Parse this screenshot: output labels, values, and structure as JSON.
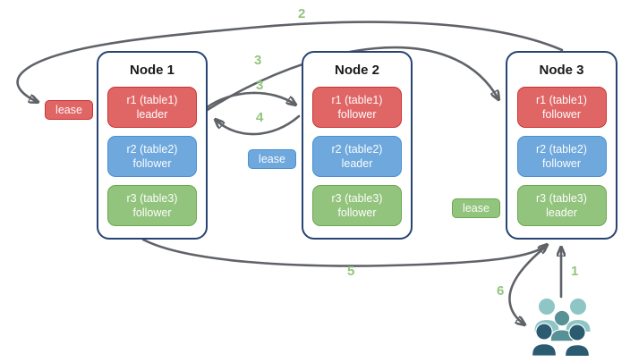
{
  "nodes": [
    {
      "title": "Node 1",
      "replicas": [
        {
          "name": "r1 (table1)",
          "role": "leader",
          "color": "red"
        },
        {
          "name": "r2 (table2)",
          "role": "follower",
          "color": "blue"
        },
        {
          "name": "r3 (table3)",
          "role": "follower",
          "color": "green"
        }
      ]
    },
    {
      "title": "Node 2",
      "replicas": [
        {
          "name": "r1 (table1)",
          "role": "follower",
          "color": "red"
        },
        {
          "name": "r2 (table2)",
          "role": "leader",
          "color": "blue"
        },
        {
          "name": "r3 (table3)",
          "role": "follower",
          "color": "green"
        }
      ]
    },
    {
      "title": "Node 3",
      "replicas": [
        {
          "name": "r1 (table1)",
          "role": "follower",
          "color": "red"
        },
        {
          "name": "r2 (table2)",
          "role": "follower",
          "color": "blue"
        },
        {
          "name": "r3 (table3)",
          "role": "leader",
          "color": "green"
        }
      ]
    }
  ],
  "leases": [
    {
      "label": "lease",
      "color": "red"
    },
    {
      "label": "lease",
      "color": "blue"
    },
    {
      "label": "lease",
      "color": "green"
    }
  ],
  "steps": [
    {
      "label": "1"
    },
    {
      "label": "2"
    },
    {
      "label": "3"
    },
    {
      "label": "3"
    },
    {
      "label": "4"
    },
    {
      "label": "5"
    },
    {
      "label": "6"
    }
  ],
  "icons": {
    "users": "users-group-icon"
  },
  "colors": {
    "red_fill": "#e06666",
    "red_border": "#cc3333",
    "blue_fill": "#6fa8dc",
    "blue_border": "#4a90d0",
    "green_fill": "#93c47d",
    "green_border": "#6aa84f",
    "node_border": "#274472",
    "arrow": "#5f6368",
    "step_label": "#93c47d",
    "users_light": "#8ec6c5",
    "users_mid": "#569196",
    "users_dark": "#2a5b70"
  }
}
